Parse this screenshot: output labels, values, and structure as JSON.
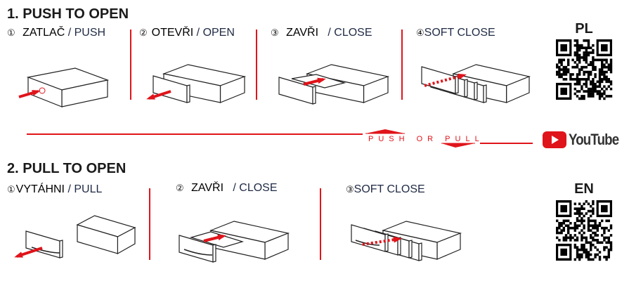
{
  "section1": {
    "title": "1. PUSH TO OPEN",
    "steps": [
      {
        "num": "①",
        "cz": "ZATLAČ",
        "en": "/ PUSH"
      },
      {
        "num": "②",
        "cz": "OTEVŘI",
        "en": "/ OPEN"
      },
      {
        "num": "③",
        "cz": "ZAVŘI",
        "en": "/ CLOSE"
      },
      {
        "num": "④",
        "cz": "",
        "en": "SOFT CLOSE"
      }
    ]
  },
  "divider": {
    "label": "PUSH OR PULL"
  },
  "youtube": {
    "label": "YouTube"
  },
  "section2": {
    "title": "2. PULL TO OPEN",
    "steps": [
      {
        "num": "①",
        "cz": "VYTÁHNI",
        "en": "/ PULL"
      },
      {
        "num": "②",
        "cz": "ZAVŘI",
        "en": "/ CLOSE"
      },
      {
        "num": "③",
        "cz": "",
        "en": "SOFT CLOSE"
      }
    ]
  },
  "qr": [
    {
      "label": "PL"
    },
    {
      "label": "EN"
    }
  ],
  "colors": {
    "accent": "#e0141b",
    "text": "#1a1a1a"
  }
}
